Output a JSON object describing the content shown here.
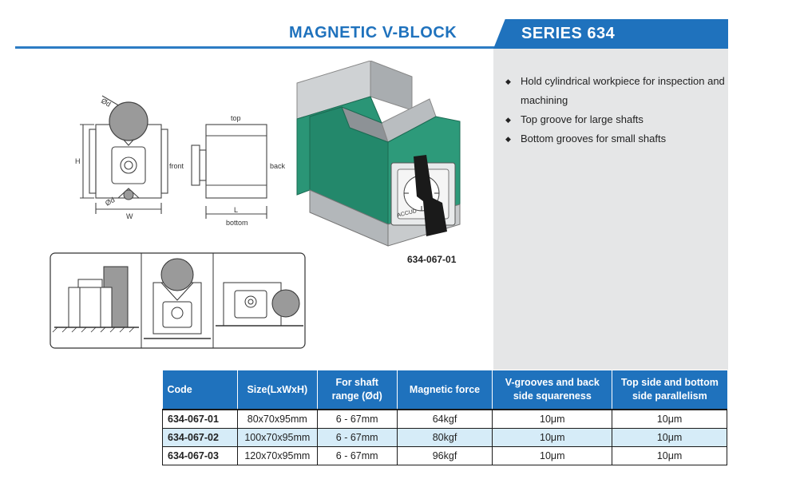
{
  "header": {
    "title": "MAGNETIC V-BLOCK",
    "series": "SERIES 634"
  },
  "diagram": {
    "label_diameter": "Ød",
    "label_height": "H",
    "label_width": "W",
    "label_top": "top",
    "label_front": "front",
    "label_back": "back",
    "label_length": "L",
    "label_bottom": "bottom"
  },
  "product": {
    "code": "634-067-01",
    "brand_plate": "ACCUD"
  },
  "features": [
    {
      "bullet": "◆",
      "text": "Hold cylindrical workpiece for inspection and machining"
    },
    {
      "bullet": "◆",
      "text": "Top groove for large shafts"
    },
    {
      "bullet": "◆",
      "text": "Bottom grooves for small shafts"
    }
  ],
  "table": {
    "headers": [
      "Code",
      "Size(LxWxH)",
      "For shaft range (Ød)",
      "Magnetic force",
      "V-grooves and back side squareness",
      "Top side and bottom side parallelism"
    ],
    "rows": [
      [
        "634-067-01",
        "80x70x95mm",
        "6 - 67mm",
        "64kgf",
        "10μm",
        "10μm"
      ],
      [
        "634-067-02",
        "100x70x95mm",
        "6 - 67mm",
        "80kgf",
        "10μm",
        "10μm"
      ],
      [
        "634-067-03",
        "120x70x95mm",
        "6 - 67mm",
        "96kgf",
        "10μm",
        "10μm"
      ]
    ]
  },
  "colors": {
    "accent_blue": "#1f72bd",
    "panel_grey": "#e5e6e7",
    "row_highlight": "#d6ecf8",
    "body_green": "#1f8f6e"
  }
}
